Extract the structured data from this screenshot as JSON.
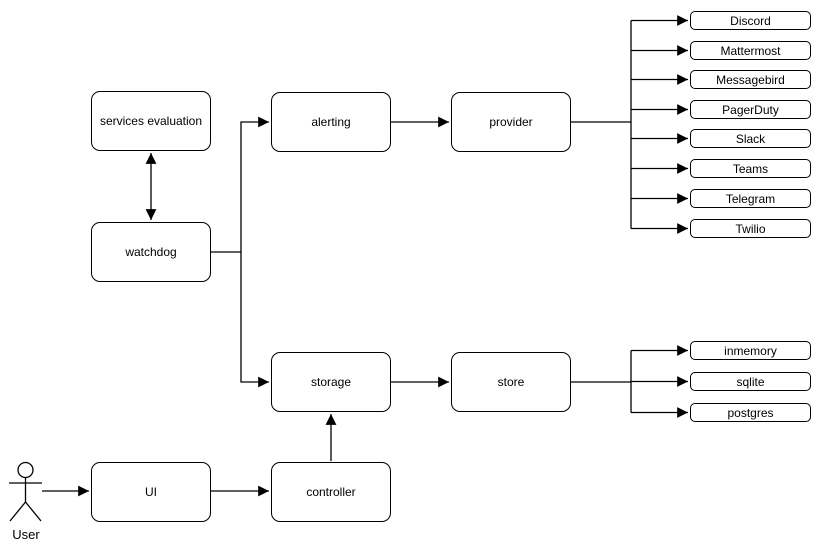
{
  "diagram": {
    "nodes": {
      "services_evaluation": "services evaluation",
      "watchdog": "watchdog",
      "alerting": "alerting",
      "provider": "provider",
      "storage": "storage",
      "store": "store",
      "ui": "UI",
      "controller": "controller"
    },
    "providers": [
      "Discord",
      "Mattermost",
      "Messagebird",
      "PagerDuty",
      "Slack",
      "Teams",
      "Telegram",
      "Twilio"
    ],
    "stores": [
      "inmemory",
      "sqlite",
      "postgres"
    ],
    "actor": {
      "label": "User"
    },
    "colors": {
      "line": "#000000",
      "box_border": "#000000",
      "box_fill": "#ffffff",
      "background": "#ffffff",
      "text": "#000000"
    }
  }
}
